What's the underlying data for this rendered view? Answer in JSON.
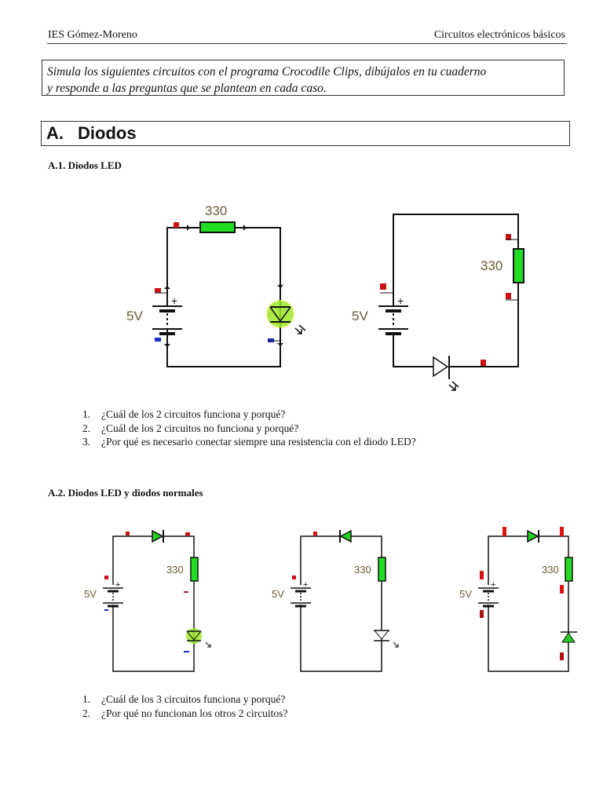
{
  "header": {
    "school": "IES Gómez-Moreno",
    "subject": "Circuitos electrónicos básicos"
  },
  "intro": {
    "line1": "Simula los siguientes circuitos con el programa Crocodile Clips, dibújalos en tu cuaderno",
    "line2": "y responde a las preguntas que se plantean en cada caso."
  },
  "section": {
    "number": "A.",
    "title": "Diodos"
  },
  "part1": {
    "heading": "A.1. Diodos LED",
    "circuits": [
      {
        "battery_label": "5V",
        "resistor_label": "330",
        "plus_sign": "+"
      },
      {
        "battery_label": "5V",
        "resistor_label": "330",
        "plus_sign": "+"
      }
    ],
    "questions": [
      {
        "num": "1.",
        "text": "¿Cuál de los 2 circuitos funciona y porqué?"
      },
      {
        "num": "2.",
        "text": "¿Cuál de los 2 circuitos no funciona y porqué?"
      },
      {
        "num": "3.",
        "text": "¿Por qué es necesario conectar siempre una resistencia con el diodo LED?"
      }
    ]
  },
  "part2": {
    "heading": "A.2. Diodos LED y diodos normales",
    "circuits": [
      {
        "battery_label": "5V",
        "resistor_label": "330",
        "plus_sign": "+"
      },
      {
        "battery_label": "5V",
        "resistor_label": "330",
        "plus_sign": "+"
      },
      {
        "battery_label": "5V",
        "resistor_label": "330",
        "plus_sign": "+"
      }
    ],
    "questions": [
      {
        "num": "1.",
        "text": "¿Cuál de los 3 circuitos funciona y porqué?"
      },
      {
        "num": "2.",
        "text": "¿Por qué no funcionan los otros 2 circuitos?"
      }
    ]
  },
  "colors": {
    "wire": "#111111",
    "resistor": "#22dd22",
    "probe_positive": "#cc1111",
    "probe_negative": "#1a2fcc",
    "label": "#6b5a33"
  }
}
